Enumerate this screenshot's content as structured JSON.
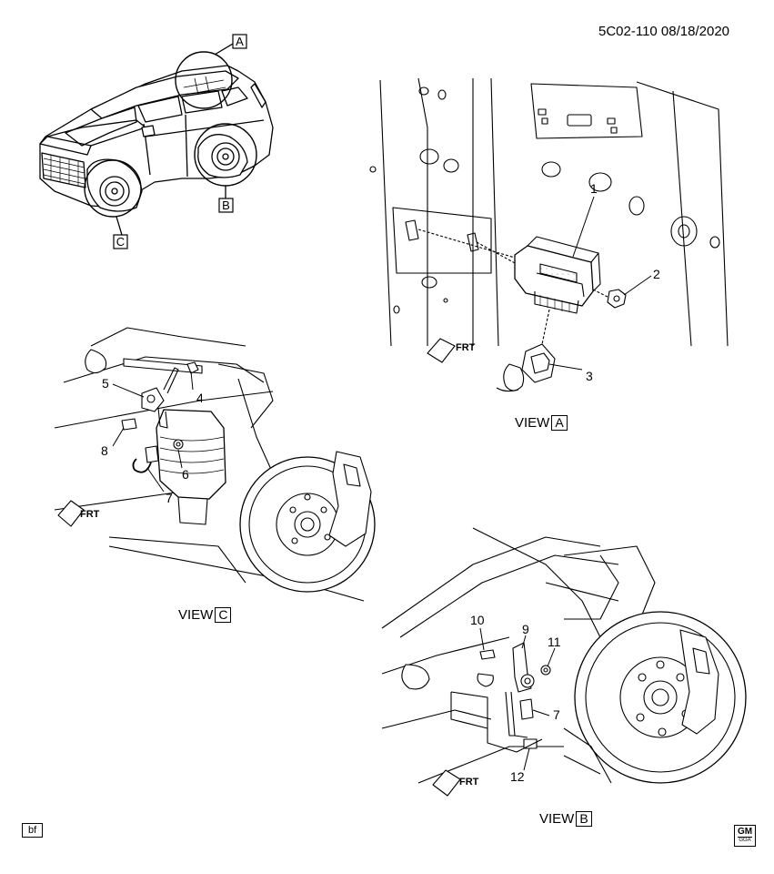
{
  "header": {
    "code": "5C02-110 08/18/2020"
  },
  "callouts_overview": [
    "A",
    "B",
    "C"
  ],
  "views": {
    "a": {
      "label": "VIEW",
      "box": "A",
      "callouts": [
        "1",
        "2",
        "3"
      ],
      "frt": "FRT"
    },
    "c": {
      "label": "VIEW",
      "box": "C",
      "callouts": [
        "5",
        "4",
        "8",
        "6",
        "7"
      ],
      "frt": "FRT"
    },
    "b": {
      "label": "VIEW",
      "box": "B",
      "callouts": [
        "10",
        "9",
        "11",
        "7",
        "12"
      ],
      "frt": "FRT"
    }
  },
  "footer": {
    "tag": "bf",
    "logo_top": "GM",
    "logo_bottom": "GGA"
  },
  "colors": {
    "line": "#000000",
    "background": "#ffffff",
    "fill_gray": "#d8d8d8"
  }
}
